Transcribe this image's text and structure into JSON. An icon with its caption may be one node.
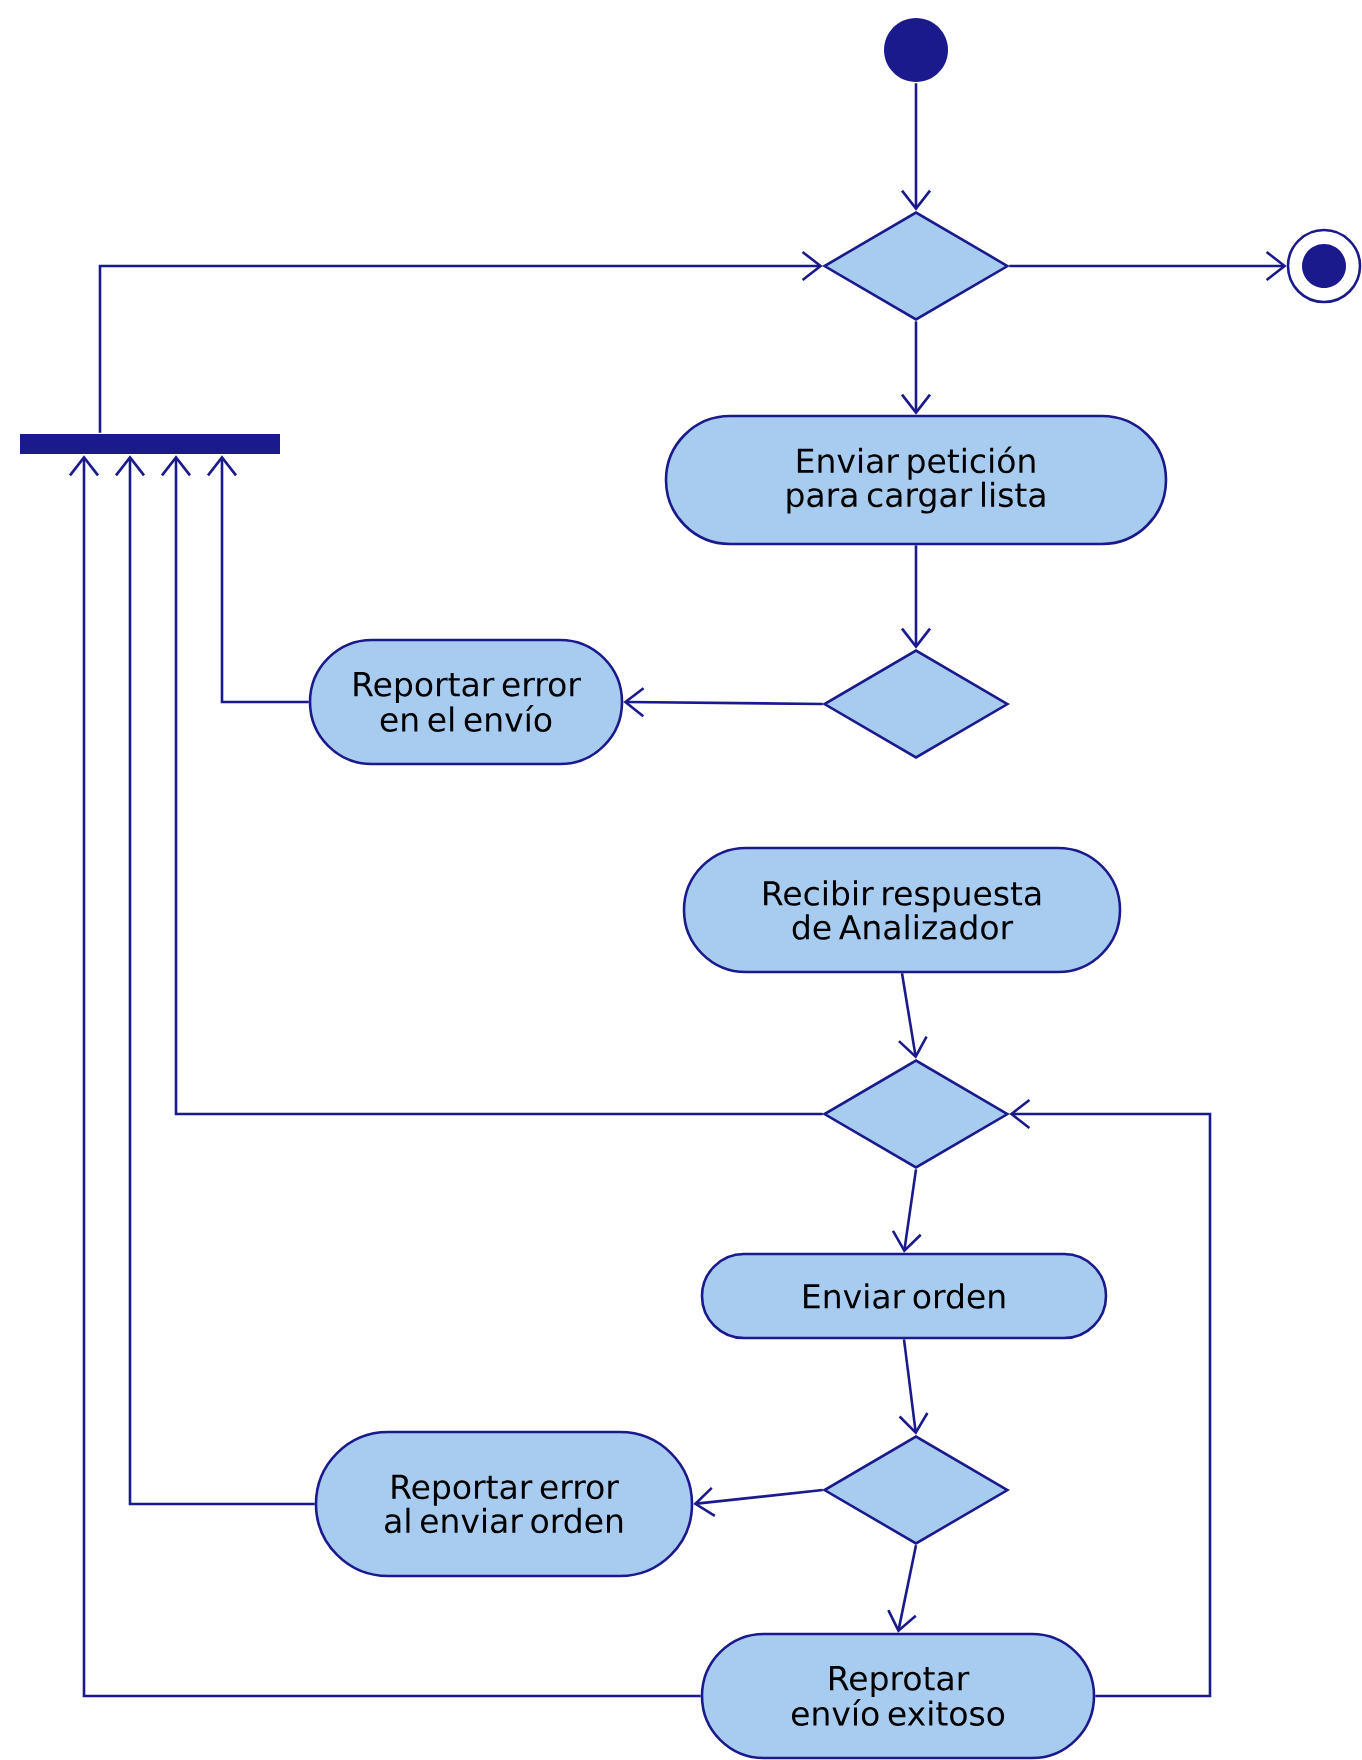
{
  "diagram": {
    "nodes": [
      {
        "text": [],
        "shape": "circle"
      },
      {
        "text": [],
        "shape": "diamond"
      },
      {
        "text": [],
        "shape": "circle"
      },
      {
        "text": [],
        "shape": "bar"
      },
      {
        "text": [
          "Enviar petición para cargar lista"
        ]
      },
      {
        "text": [],
        "shape": "diamond"
      },
      {
        "text": [
          "Reportar error en el envío"
        ]
      },
      {
        "text": [
          "Recibir respuesta de Analizador"
        ]
      },
      {
        "text": [],
        "shape": "diamond"
      },
      {
        "text": [
          "Enviar orden"
        ]
      },
      {
        "text": [],
        "shape": "diamond"
      },
      {
        "text": [
          "Reportar error al enviar orden"
        ]
      },
      {
        "text": [
          "Reprotar envío exitoso"
        ]
      }
    ],
    "edges": [
      {
        "from": 0,
        "to": 1,
        "arrow": "to"
      },
      {
        "from": 1,
        "to": 2,
        "arrow": "to"
      },
      {
        "from": 1,
        "to": 4,
        "arrow": "to"
      },
      {
        "from": 3,
        "to": 1,
        "arrow": "to"
      },
      {
        "from": 4,
        "to": 5,
        "arrow": "to"
      },
      {
        "from": 5,
        "to": 6,
        "arrow": "to"
      },
      {
        "from": 6,
        "to": 3,
        "arrow": "to"
      },
      {
        "from": 7,
        "to": 8,
        "arrow": "to"
      },
      {
        "from": 8,
        "to": 3,
        "arrow": "to"
      },
      {
        "from": 8,
        "to": 9,
        "arrow": "to"
      },
      {
        "from": 9,
        "to": 10,
        "arrow": "to"
      },
      {
        "from": 10,
        "to": 11,
        "arrow": "to"
      },
      {
        "from": 11,
        "to": 3,
        "arrow": "to"
      },
      {
        "from": 10,
        "to": 12,
        "arrow": "to"
      },
      {
        "from": 12,
        "to": 3,
        "arrow": "to"
      },
      {
        "from": 12,
        "to": 8,
        "arrow": "to"
      }
    ]
  }
}
